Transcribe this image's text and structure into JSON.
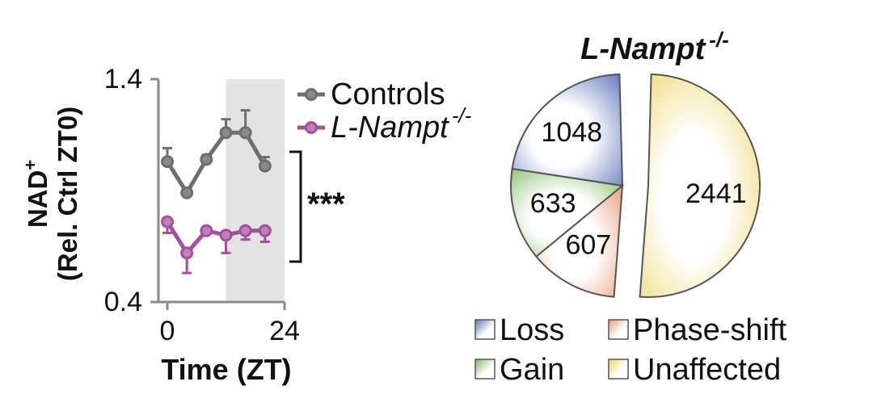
{
  "chart_data": [
    {
      "type": "line",
      "ylabel_line1": "NAD",
      "ylabel_sup": "+",
      "ylabel_line2": "(Rel. Ctrl ZT0)",
      "xlabel": "Time (ZT)",
      "xlim": [
        0,
        24
      ],
      "ylim": [
        0.4,
        1.4
      ],
      "x_ticks": [
        "0",
        "24"
      ],
      "y_ticks": [
        "1.4",
        "0.4"
      ],
      "shaded_region": [
        12,
        24
      ],
      "significance": "***",
      "series": [
        {
          "name": "Controls",
          "color": "#6e6e6e",
          "x": [
            0,
            4,
            8,
            12,
            16,
            20
          ],
          "y": [
            1.03,
            0.89,
            1.04,
            1.16,
            1.16,
            1.01
          ],
          "err": [
            0.06,
            0.0,
            0.02,
            0.06,
            0.1,
            0.04
          ]
        },
        {
          "name_prefix": "L-Nampt",
          "name_sup": "-/-",
          "color": "#a2529a",
          "x": [
            0,
            4,
            8,
            12,
            16,
            20
          ],
          "y": [
            0.76,
            0.62,
            0.72,
            0.7,
            0.72,
            0.72
          ],
          "err": [
            0.05,
            0.09,
            0.01,
            0.08,
            0.04,
            0.05
          ]
        }
      ]
    },
    {
      "type": "pie",
      "title_prefix": "L-Nampt",
      "title_sup": "-/-",
      "slices": [
        {
          "label": "Loss",
          "value": 1048,
          "value_label": "1048",
          "color": "#5a72b8"
        },
        {
          "label": "Gain",
          "value": 633,
          "value_label": "633",
          "color": "#7ab55f"
        },
        {
          "label": "Phase-shift",
          "value": 607,
          "value_label": "607",
          "color": "#e89a77"
        },
        {
          "label": "Unaffected",
          "value": 2441,
          "value_label": "2441",
          "color": "#ecd35b"
        }
      ]
    }
  ]
}
